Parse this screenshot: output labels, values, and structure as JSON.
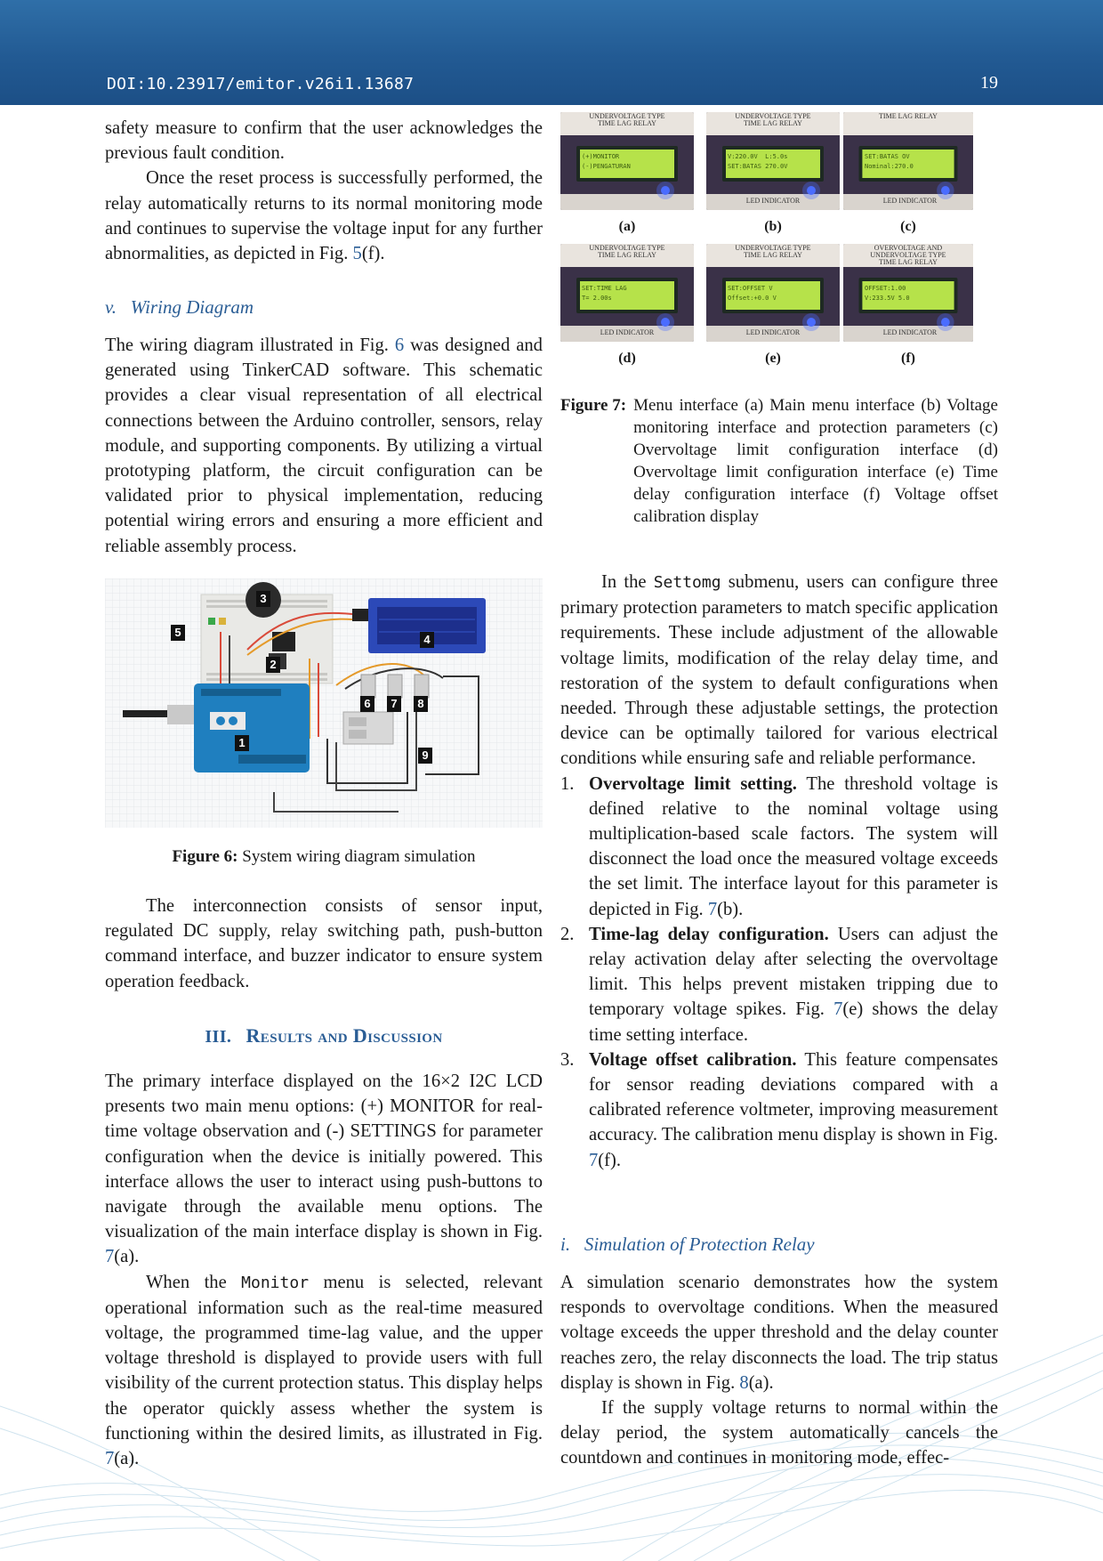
{
  "header": {
    "doi": "DOI:10.23917/emitor.v26i1.13687",
    "page_number": "19"
  },
  "left": {
    "p1": "safety measure to confirm that the user acknowledges the previous fault condition.",
    "p2a": "Once the reset process is successfully performed, the relay automatically returns to its normal monitoring mode and continues to supervise the voltage input for any further abnormalities, as depicted in Fig. ",
    "p2_ref": "5",
    "p2b": "(f).",
    "subsection_num": "v.",
    "subsection_title": "Wiring Diagram",
    "p3a": "The wiring diagram illustrated in Fig. ",
    "p3_ref": "6",
    "p3b": " was designed and generated using TinkerCAD software. This schematic provides a clear visual representation of all electrical connections between the Arduino controller, sensors, relay module, and supporting components. By utilizing a virtual prototyping platform, the circuit configuration can be validated prior to physical implementation, reducing potential wiring errors and ensuring a more efficient and reliable assembly process.",
    "fig6_label": "Figure 6:",
    "fig6_caption": " System wiring diagram simulation",
    "fig6_markers": [
      "1",
      "2",
      "3",
      "4",
      "5",
      "6",
      "7",
      "8",
      "9"
    ],
    "p4": "The interconnection consists of sensor input, regulated DC supply, relay switching path, push-button command interface, and buzzer indicator to ensure system operation feedback.",
    "section_num": "III.",
    "section_title": "Results and Discussion",
    "p5a": "The primary interface displayed on the 16×2 I2C LCD presents two main menu options: (+) MONITOR for real-time voltage observation and (-) SETTINGS for parameter configuration when the device is initially powered. This interface allows the user to interact using push-buttons to navigate through the available menu options. The visualization of the main interface display is shown in Fig. ",
    "p5_ref": "7",
    "p5b": "(a).",
    "p6_pre": "When the ",
    "p6_code": "Monitor",
    "p6a": " menu is selected, relevant operational information such as the real-time measured voltage, the programmed time-lag value, and the upper voltage threshold is displayed to provide users with full visibility of the current protection status. This display helps the operator quickly assess whether the system is functioning within the desired limits, as illustrated in Fig. ",
    "p6_ref": "7",
    "p6b": "(a)."
  },
  "right": {
    "fig7_sublabels": [
      "(a)",
      "(b)",
      "(c)",
      "(d)",
      "(e)",
      "(f)"
    ],
    "fig7_panels": [
      {
        "title": "UNDERVOLTAGE TYPE\nTIME LAG RELAY",
        "lcd1": "(+)MONITOR",
        "lcd2": "(-)PENGATURAN",
        "footer": ""
      },
      {
        "title": "UNDERVOLTAGE TYPE\nTIME LAG RELAY",
        "lcd1": "V:220.0V  L:5.0s",
        "lcd2": "SET:BATAS 270.0V",
        "footer": "LED INDICATOR"
      },
      {
        "title": "TIME LAG RELAY",
        "lcd1": "SET:BATAS OV",
        "lcd2": "Nominal:270.0",
        "footer": "LED INDICATOR"
      },
      {
        "title": "UNDERVOLTAGE TYPE\nTIME LAG RELAY",
        "lcd1": "SET:TIME LAG",
        "lcd2": "T= 2.00s",
        "footer": "LED INDICATOR"
      },
      {
        "title": "UNDERVOLTAGE TYPE\nTIME LAG RELAY",
        "lcd1": "SET:OFFSET V",
        "lcd2": "Offset:+0.0 V",
        "footer": "LED INDICATOR"
      },
      {
        "title": "OVERVOLTAGE AND\nUNDERVOLTAGE TYPE\nTIME LAG RELAY",
        "lcd1": "OFFSET:1.00",
        "lcd2": "V:233.5V 5.0",
        "footer": "LED INDICATOR"
      }
    ],
    "fig7_label": "Figure 7:",
    "fig7_caption": "Menu interface (a) Main menu interface (b) Voltage monitoring interface and protection parameters (c) Overvoltage limit configuration interface (d) Overvoltage limit configuration interface (e) Time delay configuration interface (f) Voltage offset calibration display",
    "p7_pre": "In the ",
    "p7_code": "Settomg",
    "p7a": " submenu, users can configure three primary protection parameters to match specific application requirements. These include adjustment of the allowable voltage limits, modification of the relay delay time, and restoration of the system to default configurations when needed. Through these adjustable settings, the protection device can be optimally tailored for various electrical conditions while ensuring safe and reliable performance.",
    "items": [
      {
        "num": "1.",
        "bold": "Overvoltage limit setting.",
        "text": " The threshold voltage is defined relative to the nominal voltage using multiplication-based scale factors. The system will disconnect the load once the measured voltage exceeds the set limit. The interface layout for this parameter is depicted in Fig. ",
        "ref": "7",
        "after": "(b)."
      },
      {
        "num": "2.",
        "bold": "Time-lag delay configuration.",
        "text": " Users can adjust the relay activation delay after selecting the overvoltage limit. This helps prevent mistaken tripping due to temporary voltage spikes. Fig. ",
        "ref": "7",
        "after": "(e) shows the delay time setting interface."
      },
      {
        "num": "3.",
        "bold": "Voltage offset calibration.",
        "text": " This feature compensates for sensor reading deviations compared with a calibrated reference voltmeter, improving measurement accuracy. The calibration menu display is shown in Fig. ",
        "ref": "7",
        "after": "(f)."
      }
    ],
    "subsection_num": "i.",
    "subsection_title": "Simulation of Protection Relay",
    "p8a": "A simulation scenario demonstrates how the system responds to overvoltage conditions. When the measured voltage exceeds the upper threshold and the delay counter reaches zero, the relay disconnects the load. The trip status display is shown in Fig. ",
    "p8_ref": "8",
    "p8b": "(a).",
    "p9": "If the supply voltage returns to normal within the delay period, the system automatically cancels the countdown and continues in monitoring mode, effec-"
  },
  "colors": {
    "header": "#225a93",
    "accent": "#2a5d95",
    "lcd_green": "#b6e24a"
  }
}
